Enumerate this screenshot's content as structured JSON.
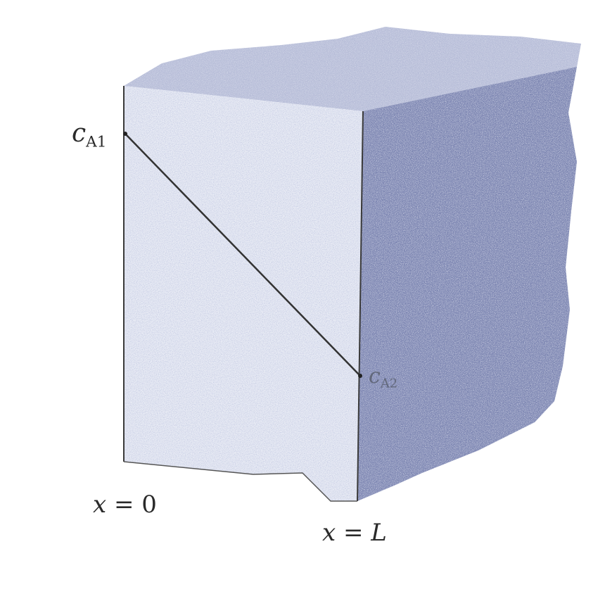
{
  "labels": {
    "ca1_main": "c",
    "ca1_sub": "A1",
    "ca2_main": "c",
    "ca2_sub": "A2",
    "x0_var": "x",
    "x0_rest": " = 0",
    "xl_var": "x",
    "xl_eq": " = ",
    "xl_end": "L"
  },
  "colors": {
    "front_face": "#e9ecf5",
    "side_face": "#7d86b2",
    "top_face": "#b7bdd8",
    "edge": "#3a3a3a",
    "profile_line": "#333333"
  }
}
